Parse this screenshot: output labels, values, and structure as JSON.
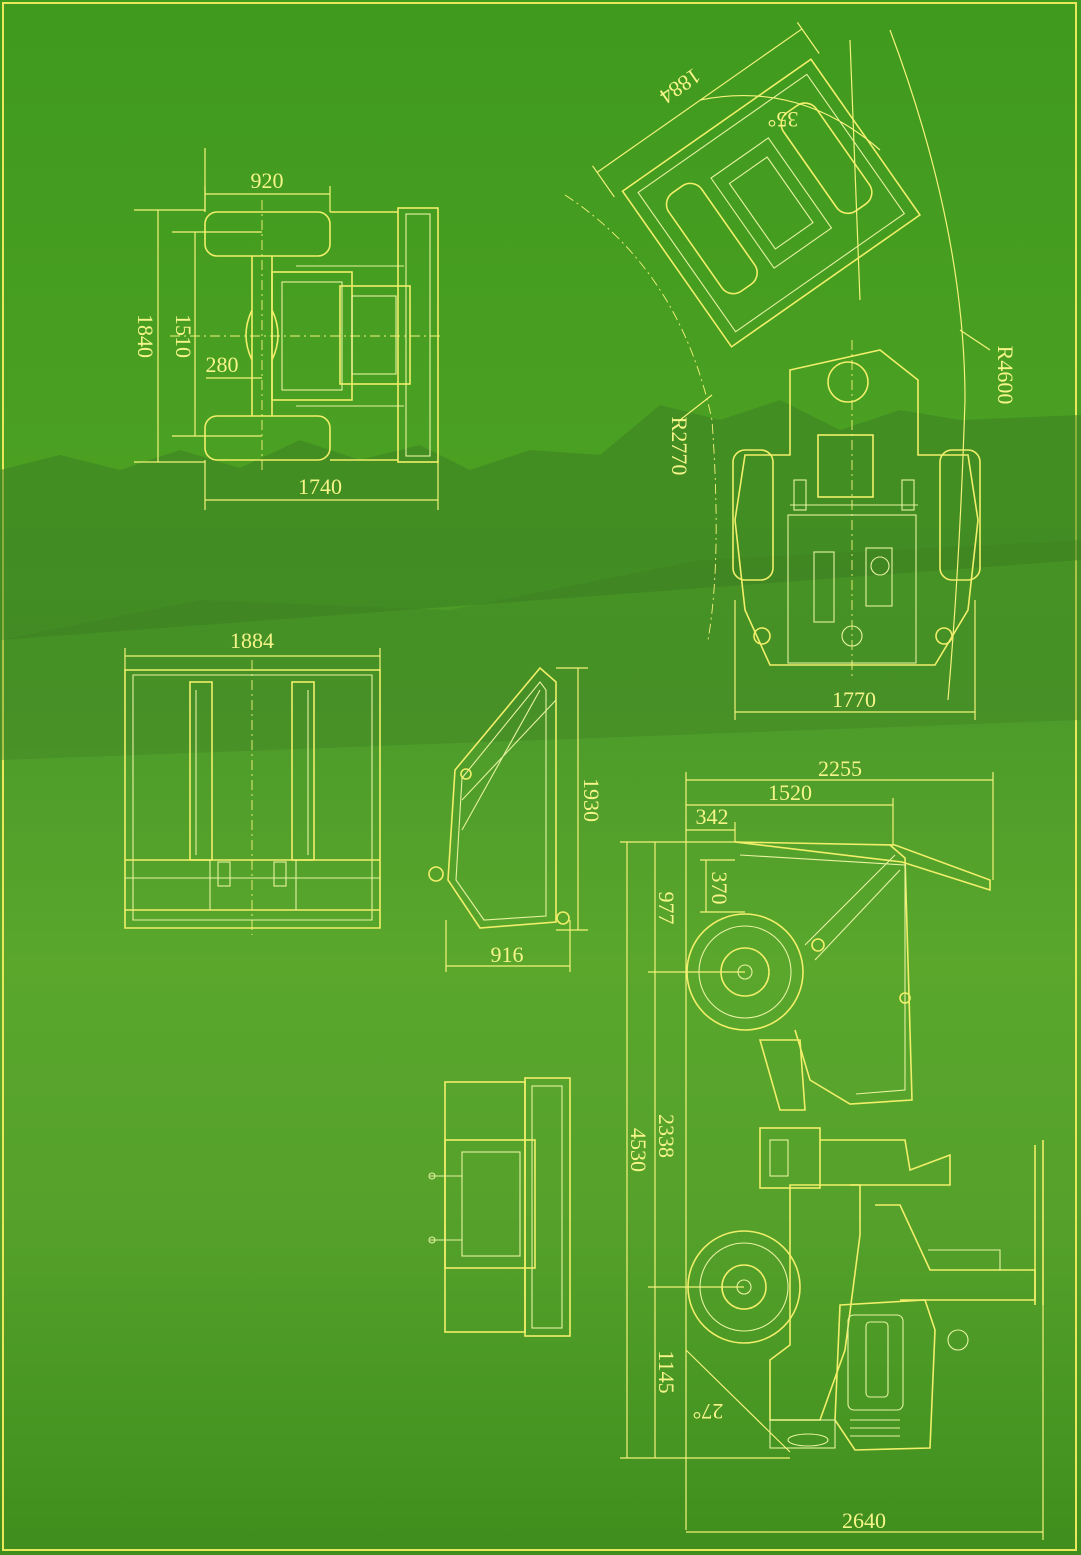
{
  "top_view": {
    "w920": "920",
    "h1840": "1840",
    "h1510": "1510",
    "w280": "280",
    "w1740": "1740"
  },
  "turning_view": {
    "w1884": "1884",
    "a35": "35°",
    "r4600": "R4600",
    "r2770": "R2770",
    "w1770": "1770"
  },
  "bucket_front": {
    "w1884": "1884"
  },
  "bucket_side": {
    "h1930": "1930",
    "w916": "916"
  },
  "side_view": {
    "w2255": "2255",
    "w1520": "1520",
    "w342": "342",
    "h370": "370",
    "h977": "977",
    "h2338": "2338",
    "h4530": "4530",
    "h1145": "1145",
    "a27": "27°",
    "w2640": "2640"
  },
  "colors": {
    "line": "#f1ef6a",
    "background": "#4ba022"
  }
}
